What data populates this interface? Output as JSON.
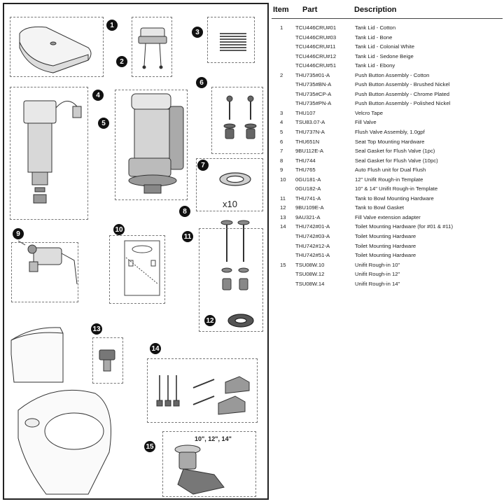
{
  "diagram": {
    "callouts": [
      "1",
      "2",
      "3",
      "4",
      "5",
      "6",
      "7",
      "8",
      "9",
      "10",
      "11",
      "12",
      "13",
      "14",
      "15"
    ],
    "quantity_label": "x10",
    "rough_in_label": "10\", 12\", 14\""
  },
  "table": {
    "headers": {
      "item": "Item",
      "part": "Part",
      "description": "Description"
    },
    "rows": [
      {
        "item": "1",
        "part": "TCU446CRU#01",
        "description": "Tank Lid - Cotton"
      },
      {
        "item": "",
        "part": "TCU446CRU#03",
        "description": "Tank Lid - Bone"
      },
      {
        "item": "",
        "part": "TCU446CRU#11",
        "description": "Tank Lid - Colonial White"
      },
      {
        "item": "",
        "part": "TCU446CRU#12",
        "description": "Tank Lid - Sedone Beige"
      },
      {
        "item": "",
        "part": "TCU446CRU#51",
        "description": "Tank Lid - Ebony"
      },
      {
        "item": "2",
        "part": "THU735#01-A",
        "description": "Push Button Assembly - Cotton"
      },
      {
        "item": "",
        "part": "THU735#BN-A",
        "description": "Push Button Assembly - Brushed Nickel"
      },
      {
        "item": "",
        "part": "THU735#CP-A",
        "description": "Push Button Assembly - Chrome Plated"
      },
      {
        "item": "",
        "part": "THU735#PN-A",
        "description": "Push Button Assembly - Polished Nickel"
      },
      {
        "item": "3",
        "part": "THU107",
        "description": "Velcro Tape"
      },
      {
        "item": "4",
        "part": "TSU83.07-A",
        "description": "Fill Valve"
      },
      {
        "item": "5",
        "part": "THU737N-A",
        "description": "Flush Valve Assembly, 1.0gpf"
      },
      {
        "item": "6",
        "part": "THU651N",
        "description": "Seat Top Mounting Hardware"
      },
      {
        "item": "7",
        "part": "9BU112E-A",
        "description": "Seal Gasket for Flush Valve (1pc)"
      },
      {
        "item": "8",
        "part": "THU744",
        "description": "Seal Gasket for Flush Valve (10pc)"
      },
      {
        "item": "9",
        "part": "THU765",
        "description": "Auto Flush unit for Dual Flush"
      },
      {
        "item": "10",
        "part": "0GU181-A",
        "description": "12\" Unifit Rough-in Template"
      },
      {
        "item": "",
        "part": "0GU182-A",
        "description": "10\" & 14\" Unifit Rough-in Template"
      },
      {
        "item": "11",
        "part": "THU741-A",
        "description": "Tank to Bowl Mounting Hardware"
      },
      {
        "item": "12",
        "part": "9BU109E-A",
        "description": "Tank to Bowl Gasket"
      },
      {
        "item": "13",
        "part": "9AU321-A",
        "description": "Fill Valve extension adapter"
      },
      {
        "item": "14",
        "part": "THU742#01-A",
        "description": "Toilet Mounting Hardware (for #01 & #11)"
      },
      {
        "item": "",
        "part": "THU742#03-A",
        "description": "Toilet Mounting Hardware"
      },
      {
        "item": "",
        "part": "THU742#12-A",
        "description": "Toilet Mounting Hardware"
      },
      {
        "item": "",
        "part": "THU742#51-A",
        "description": "Toilet Mounting Hardware"
      },
      {
        "item": "15",
        "part": "TSU08W.10",
        "description": "Unifit Rough-in 10\""
      },
      {
        "item": "",
        "part": "TSU08W.12",
        "description": "Unifit Rough-in 12\""
      },
      {
        "item": "",
        "part": "TSU08W.14",
        "description": "Unifit Rough-in 14\""
      }
    ]
  }
}
